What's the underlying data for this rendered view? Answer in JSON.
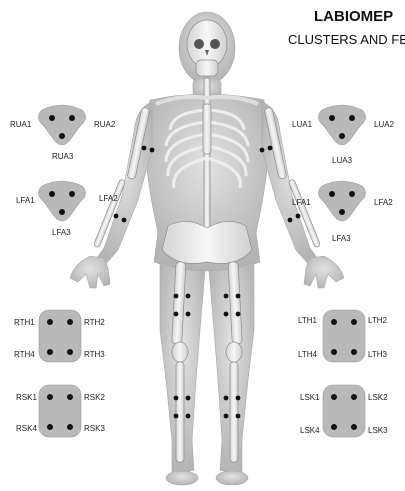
{
  "title": "LABIOMEP",
  "subtitle": "CLUSTERS AND FE",
  "clusters": {
    "rua": [
      "RUA1",
      "RUA2",
      "RUA3"
    ],
    "lua": [
      "LUA1",
      "LUA2",
      "LUA3"
    ],
    "lfa_right_side": [
      "LFA1",
      "LFA2",
      "LFA3"
    ],
    "lfa_left_side": [
      "LFA1",
      "LFA2",
      "LFA3"
    ],
    "rth": [
      "RTH1",
      "RTH2",
      "RTH4",
      "RTH3"
    ],
    "lth": [
      "LTH1",
      "LTH2",
      "LTH4",
      "LTH3"
    ],
    "rsk": [
      "RSK1",
      "RSK2",
      "RSK4",
      "RSK3"
    ],
    "lsk": [
      "LSK1",
      "LSK2",
      "LSK4",
      "LSK3"
    ]
  },
  "colors": {
    "cluster_plate": "#b9b9b9",
    "marker": "#111111",
    "body": "#c9c9c9",
    "bone": "#ececec"
  }
}
